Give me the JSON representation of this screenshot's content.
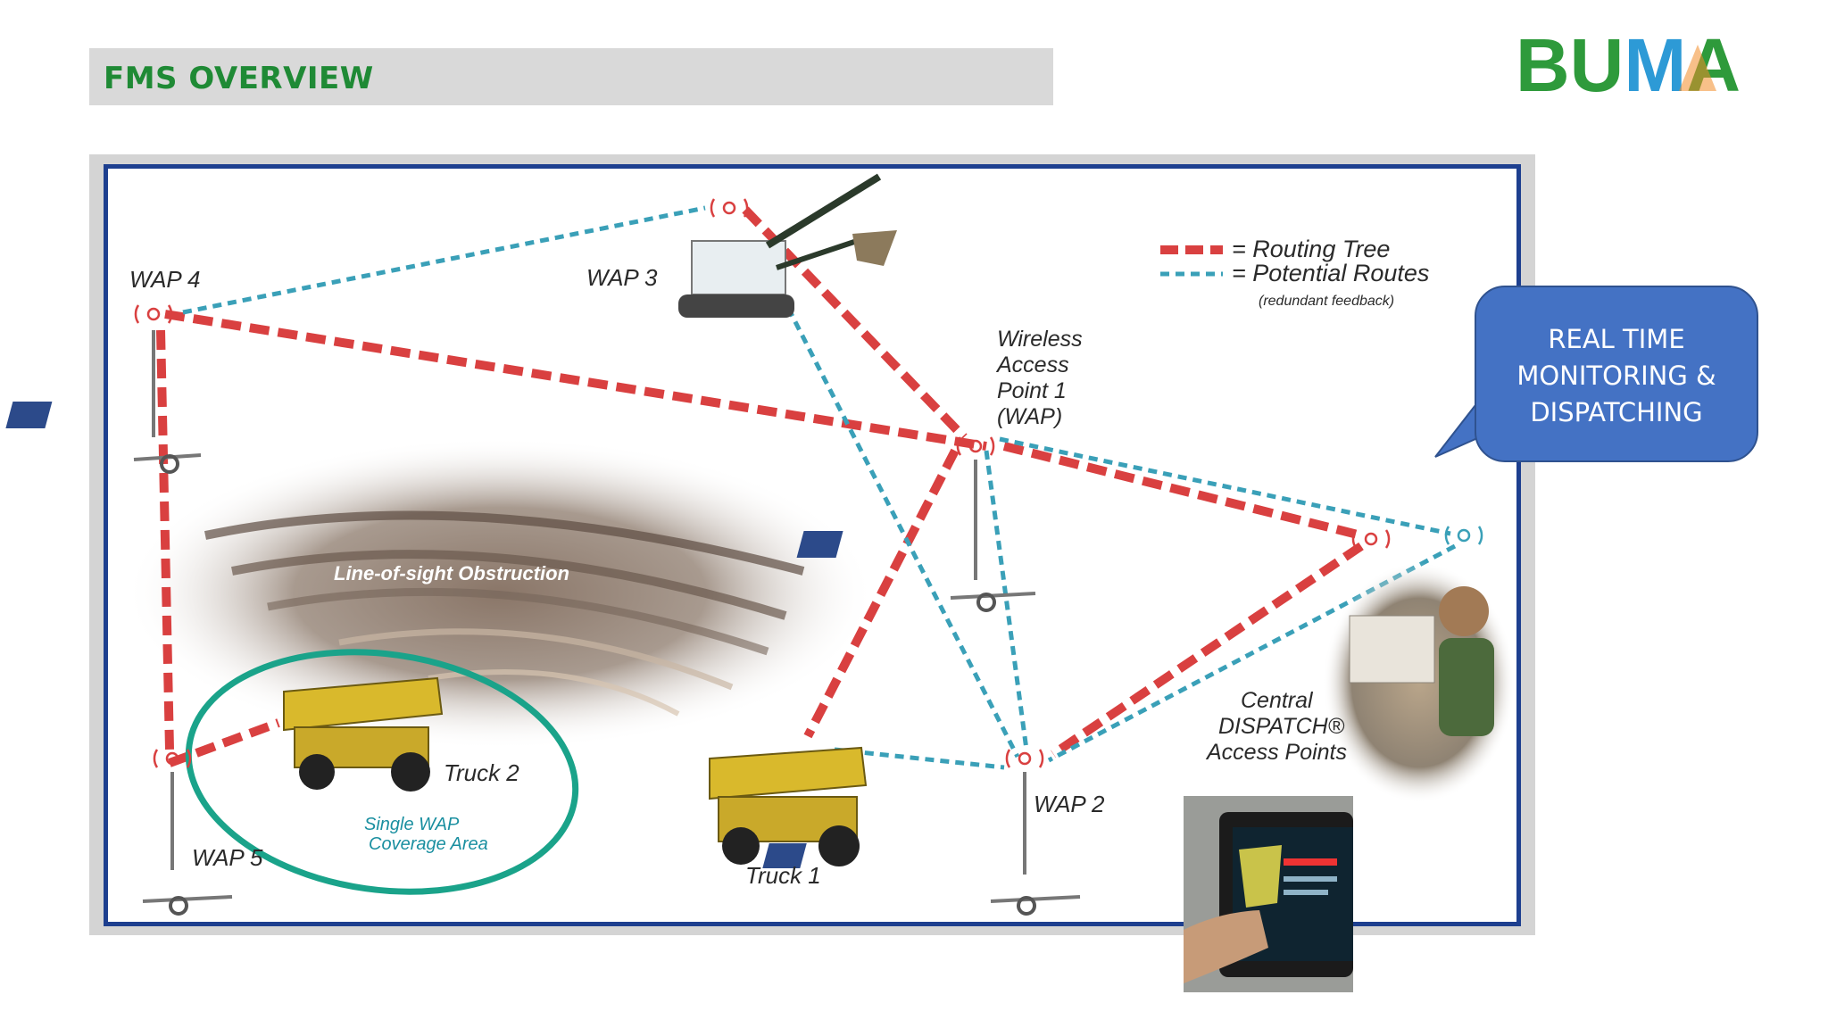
{
  "header": {
    "title": "FMS OVERVIEW"
  },
  "logo": {
    "text": "BUMA",
    "colors": {
      "green": "#2e9a3b",
      "blue": "#2d9ad6",
      "orange": "#f28c28"
    }
  },
  "diagram": {
    "legend": {
      "routing_tree": "= Routing Tree",
      "potential_routes": "= Potential Routes",
      "note": "(redundant feedback)"
    },
    "labels": {
      "wap1_line1": "Wireless",
      "wap1_line2": "Access",
      "wap1_line3": "Point 1",
      "wap1_line4": "(WAP)",
      "wap2": "WAP 2",
      "wap3": "WAP 3",
      "wap4": "WAP 4",
      "wap5": "WAP 5",
      "truck1": "Truck 1",
      "truck2": "Truck 2",
      "coverage_line1": "Single WAP",
      "coverage_line2": "Coverage Area",
      "obstruction": "Line-of-sight Obstruction",
      "dispatch_line1": "Central",
      "dispatch_line2": "DISPATCH®",
      "dispatch_line3": "Access Points"
    },
    "colors": {
      "routing_tree": "#d94040",
      "potential_routes": "#3aa0b8",
      "coverage_ring": "#1aa38a",
      "frame_border": "#1d3f8f"
    }
  },
  "callout": {
    "line1": "REAL TIME",
    "line2": "MONITORING &",
    "line3": "DISPATCHING",
    "color": "#4472c4"
  }
}
